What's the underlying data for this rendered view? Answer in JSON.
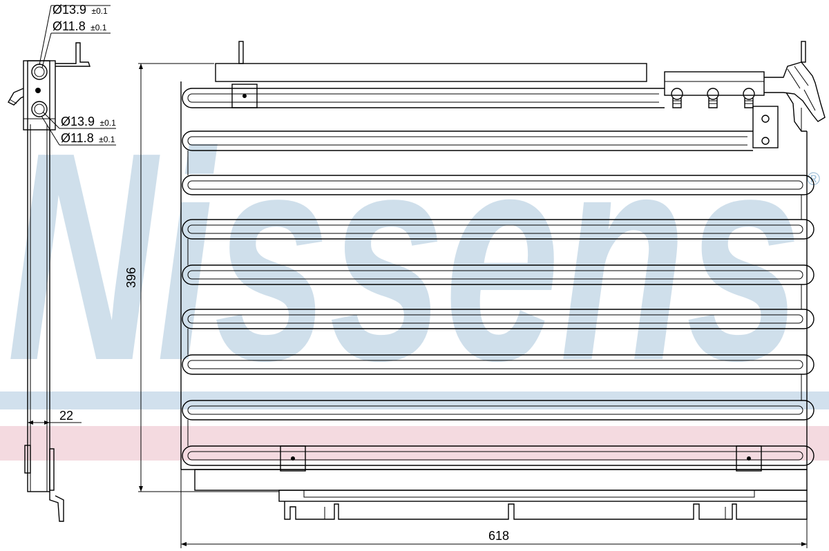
{
  "watermark": {
    "text": "Nissens",
    "registered_mark": "®",
    "band_colors": {
      "blue": "#c5d8e8",
      "pink": "#f2d4da"
    }
  },
  "dimensions": {
    "height_label": "396",
    "width_label": "618",
    "depth_label": "22"
  },
  "fittings": {
    "upper": {
      "outer_diameter": "Ø13.9",
      "outer_tolerance": "±0.1",
      "inner_diameter": "Ø11.8",
      "inner_tolerance": "±0.1"
    },
    "lower": {
      "outer_diameter": "Ø13.9",
      "outer_tolerance": "±0.1",
      "inner_diameter": "Ø11.8",
      "inner_tolerance": "±0.1"
    }
  }
}
